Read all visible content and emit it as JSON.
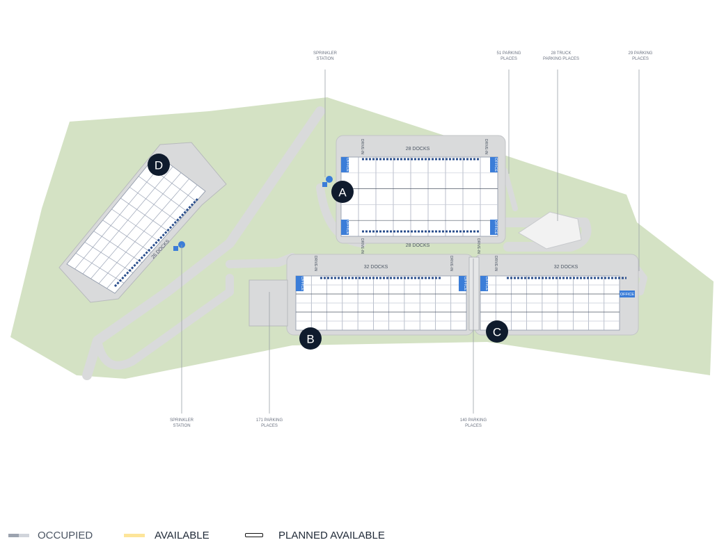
{
  "colors": {
    "land": "#d4e2c4",
    "yard": "#d9dadb",
    "warehouse": "#ffffff",
    "office": "#3b7dd8",
    "marker": "#0f1b2d",
    "dock": "#2a4e8c"
  },
  "buildings": [
    {
      "id": "A",
      "docks_top": "28 DOCKS",
      "docks_bottom": "28 DOCKS"
    },
    {
      "id": "B",
      "docks": "32 DOCKS"
    },
    {
      "id": "C",
      "docks": "32 DOCKS"
    },
    {
      "id": "D",
      "docks": "26 DOCKS"
    }
  ],
  "office_label": "OFFICE",
  "drive_in_label": "DRIVE-IN",
  "callouts": {
    "sprinkler_top": [
      "SPRINKLER",
      "STATION"
    ],
    "parking_51": [
      "51 PARKING",
      "PLACES"
    ],
    "truck_28": [
      "28 TRUCK",
      "PARKING PLACES"
    ],
    "parking_29": [
      "29 PARKING",
      "PLACES"
    ],
    "sprinkler_bottom": [
      "SPRINKLER",
      "STATION"
    ],
    "parking_171": [
      "171 PARKING",
      "PLACES"
    ],
    "parking_140": [
      "140 PARKING",
      "PLACES"
    ]
  },
  "legend": [
    {
      "label": "OCCUPIED"
    },
    {
      "label": "AVAILABLE"
    },
    {
      "label": "PLANNED AVAILABLE"
    }
  ]
}
